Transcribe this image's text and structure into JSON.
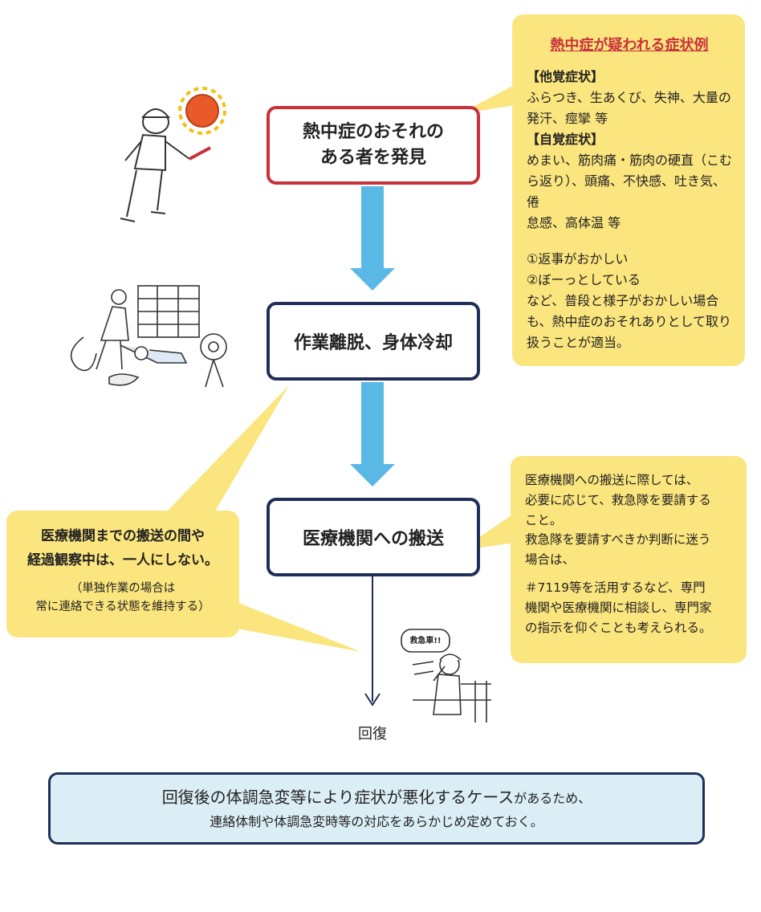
{
  "flow": {
    "step1": [
      "熱中症のおそれの",
      "ある者を発見"
    ],
    "step2": "作業離脱、身体冷却",
    "step3": "医療機関への搬送",
    "recovery": "回復"
  },
  "symptoms": {
    "title": "熱中症が疑われる症状例",
    "subjective_other_heading": "【他覚症状】",
    "subjective_other_text": [
      "ふらつき、生あくび、失神、大量の",
      "発汗、痙攣 等"
    ],
    "self_heading": "【自覚症状】",
    "self_text": [
      "めまい、筋肉痛・筋肉の硬直（こむ",
      "ら返り）、頭痛、不快感、吐き気、倦",
      "怠感、高体温 等"
    ],
    "signs": [
      "①返事がおかしい",
      "②ぼーっとしている"
    ],
    "conclusion": [
      "など、普段と様子がおかしい場合",
      "も、熱中症のおそれありとして取り",
      "扱うことが適当。"
    ]
  },
  "transport_note": {
    "lines": [
      "医療機関への搬送に際しては、",
      "必要に応じて、救急隊を要請する",
      "こと。",
      "救急隊を要請すべきか判断に迷う",
      "場合は、"
    ],
    "lines2": [
      "＃7119等を活用するなど、専門",
      "機関や医療機関に相談し、専門家",
      "の指示を仰ぐことも考えられる。"
    ]
  },
  "watch_note": {
    "main": [
      "医療機関までの搬送の間や",
      "経過観察中は、一人にしない。"
    ],
    "sub": [
      "（単独作業の場合は",
      "常に連絡できる状態を維持する）"
    ]
  },
  "bottom": {
    "line1_main": "回復後の体調急変等により症状が悪化するケース",
    "line1_tail": "があるため、",
    "line2": "連絡体制や体調急変時等の対応をあらかじめ定めておく。"
  },
  "illustrations": {
    "worker_speech": "救急車!!"
  },
  "colors": {
    "red": "#c8313a",
    "navy": "#1f2f5a",
    "arrow_blue": "#5ab9e4",
    "note_yellow": "#fbe57e",
    "bottom_bg": "#dbeef6"
  }
}
